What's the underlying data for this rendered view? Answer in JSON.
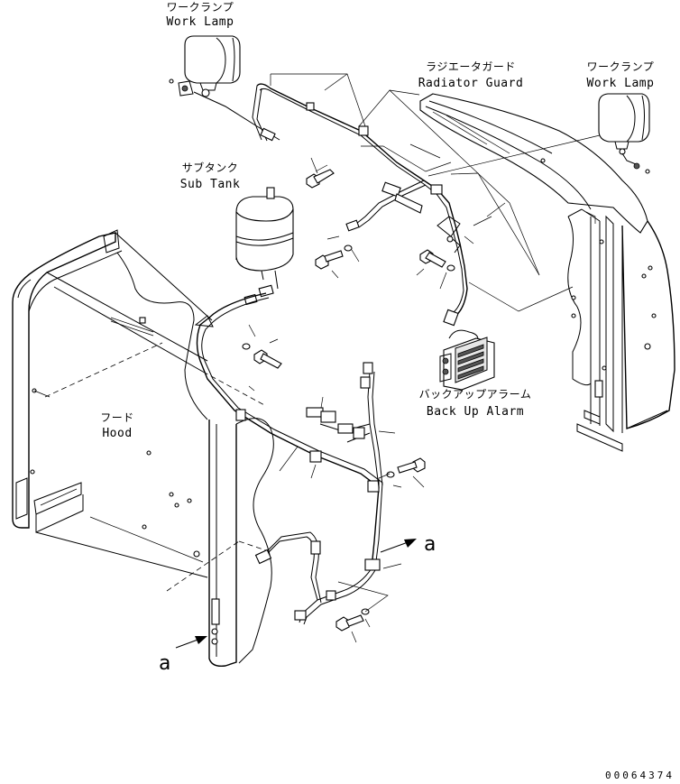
{
  "labels": {
    "work_lamp_left": {
      "jp": "ワークランプ",
      "en": "Work Lamp"
    },
    "work_lamp_right": {
      "jp": "ワークランプ",
      "en": "Work Lamp"
    },
    "radiator_guard": {
      "jp": "ラジエータガード",
      "en": "Radiator Guard"
    },
    "sub_tank": {
      "jp": "サブタンク",
      "en": "Sub Tank"
    },
    "hood": {
      "jp": "フード",
      "en": "Hood"
    },
    "back_up_alarm": {
      "jp": "バックアップアラーム",
      "en": "Back Up Alarm"
    },
    "view_a_upper": "a",
    "view_a_lower": "a"
  },
  "drawing_number": "00064374"
}
